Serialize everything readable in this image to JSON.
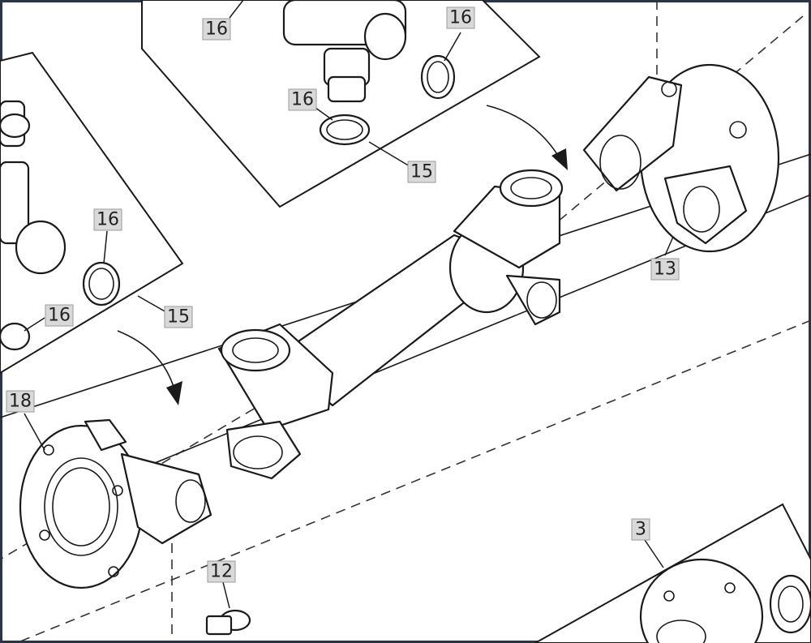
{
  "callouts": [
    {
      "id": "c16a",
      "text": "16"
    },
    {
      "id": "c16b",
      "text": "16"
    },
    {
      "id": "c16c",
      "text": "16"
    },
    {
      "id": "c15a",
      "text": "15"
    },
    {
      "id": "c16d",
      "text": "16"
    },
    {
      "id": "c16e",
      "text": "16"
    },
    {
      "id": "c15b",
      "text": "15"
    },
    {
      "id": "c13",
      "text": "13"
    },
    {
      "id": "c18",
      "text": "18"
    },
    {
      "id": "c12",
      "text": "12"
    },
    {
      "id": "c3",
      "text": "3"
    }
  ]
}
